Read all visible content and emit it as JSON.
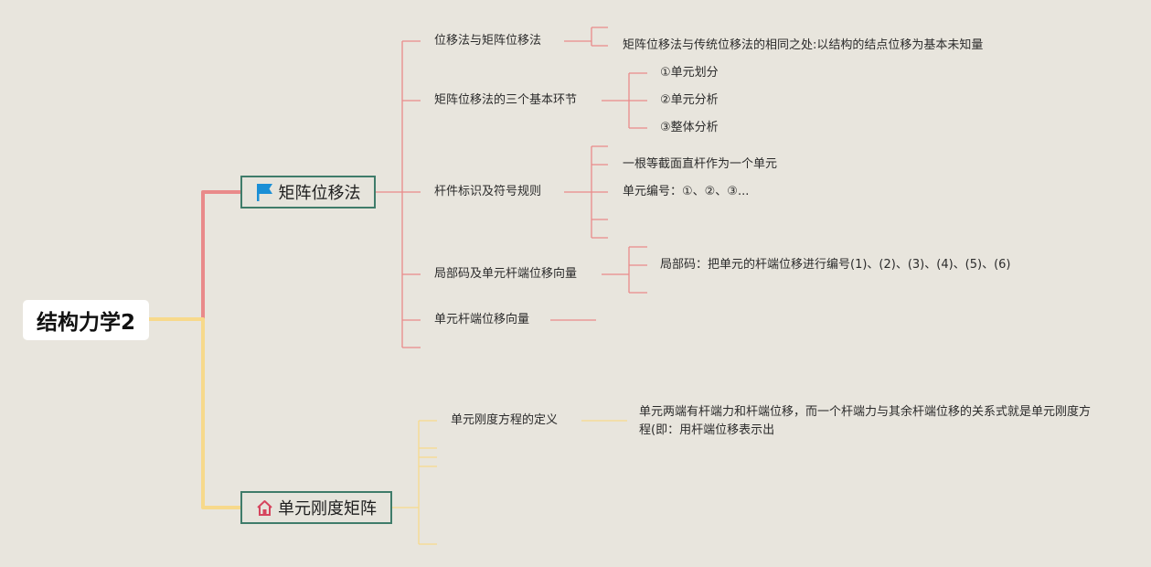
{
  "root": {
    "title": "结构力学2"
  },
  "branches": [
    {
      "label": "矩阵位移法",
      "icon": "flag-icon",
      "color": "#e98a8a",
      "topics": [
        {
          "label": "位移法与矩阵位移法",
          "details": [
            "矩阵位移法与传统位移法的相同之处:以结构的结点位移为基本未知量"
          ]
        },
        {
          "label": "矩阵位移法的三个基本环节",
          "details": [
            "①单元划分",
            "②单元分析",
            "③整体分析"
          ]
        },
        {
          "label": "杆件标识及符号规则",
          "details": [
            "一根等截面直杆作为一个单元",
            "单元编号：①、②、③..."
          ]
        },
        {
          "label": "局部码及单元杆端位移向量",
          "details": [
            "局部码：把单元的杆端位移进行编号(1)、(2)、(3)、(4)、(5)、(6)"
          ]
        },
        {
          "label": "单元杆端位移向量",
          "details": []
        }
      ]
    },
    {
      "label": "单元刚度矩阵",
      "icon": "home-icon",
      "color": "#f7d98b",
      "topics": [
        {
          "label": "单元刚度方程的定义",
          "details": [
            "单元两端有杆端力和杆端位移，而一个杆端力与其余杆端位移的关系式就是单元刚度方程(即：用杆端位移表示出"
          ]
        }
      ]
    }
  ],
  "colors": {
    "background": "#e8e5dd",
    "branch_border": "#3f7c6a",
    "flag": "#1a8fd6",
    "home": "#d6455e"
  }
}
